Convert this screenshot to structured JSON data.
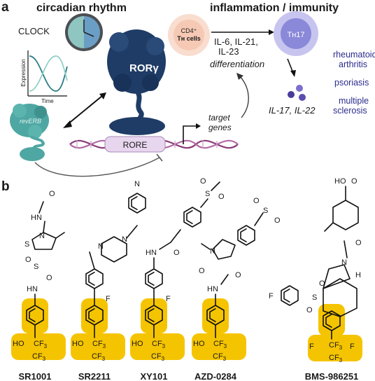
{
  "panel_a": {
    "label": "a",
    "title_left": "circadian rhythm",
    "title_right": "inflammation / immunity",
    "clock_label": "CLOCK",
    "expression_axis": "Expression",
    "time_axis": "Time",
    "rorg_label": "RORγ",
    "reverb_label": "revERB",
    "rore_label": "RORE",
    "target_genes_line1": "target",
    "target_genes_line2": "genes",
    "cd4_line1": "CD4⁺",
    "cd4_line2": "Tʜ cells",
    "cytokines_line1": "IL-6, IL-21,",
    "cytokines_line2": "IL-23",
    "differentiation": "differentiation",
    "th17_label": "Tʜ17",
    "il_products": "IL-17, IL-22",
    "diseases": [
      "rheumatoid",
      "arthritis",
      "psoriasis",
      "multiple",
      "sclerosis"
    ],
    "colors": {
      "rorg_blue": "#1f3c66",
      "reverb_teal": "#4fa7a3",
      "th17_purple": "#8a88d8",
      "cd4_peach": "#f6c9b4",
      "disease_text": "#2b2b8f",
      "dna_purple": "#8a3a78"
    }
  },
  "panel_b": {
    "label": "b",
    "compounds": [
      "SR1001",
      "SR2211",
      "XY101",
      "AZD-0284",
      "BMS-986251"
    ],
    "highlight_color": "#f5c400"
  }
}
